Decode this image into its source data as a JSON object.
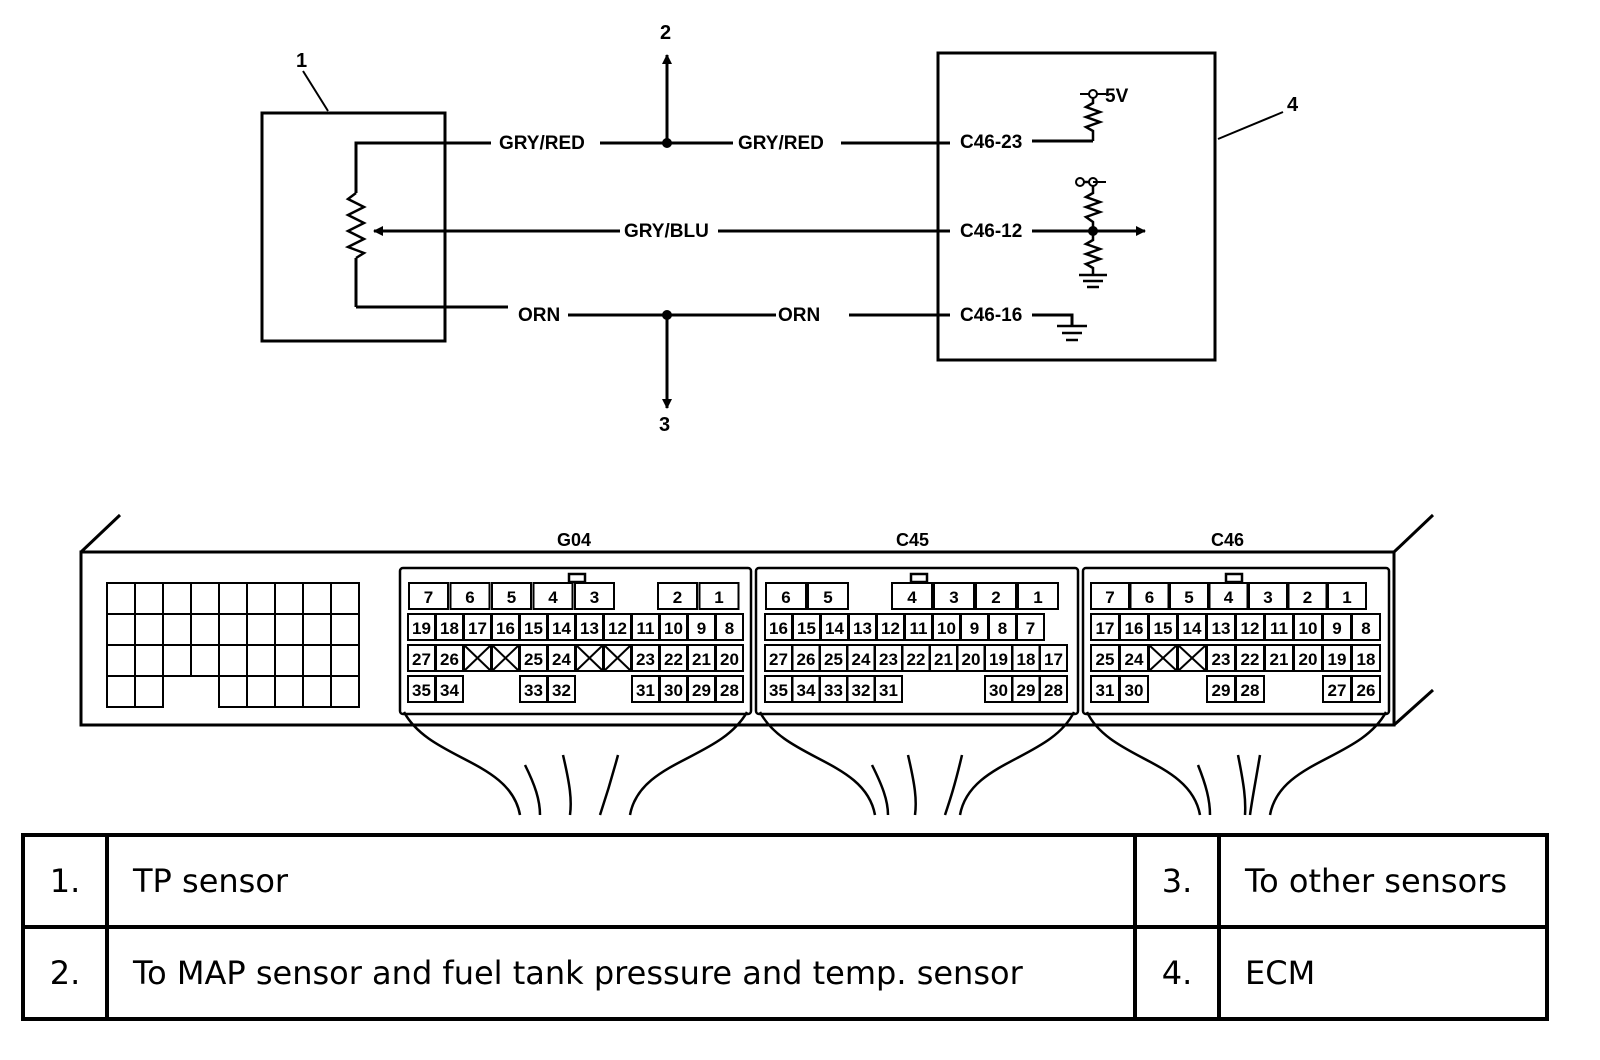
{
  "callouts": {
    "c1": "1",
    "c2": "2",
    "c3": "3",
    "c4": "4"
  },
  "wires": {
    "w1a": "GRY/RED",
    "w1b": "GRY/RED",
    "w2": "GRY/BLU",
    "w3a": "ORN",
    "w3b": "ORN"
  },
  "ecm_terminals": {
    "t1": "C46-23",
    "t2": "C46-12",
    "t3": "C46-16"
  },
  "supply_label": "5V",
  "connectors": {
    "g04": {
      "title": "G04",
      "row1": [
        "7",
        "6",
        "5",
        "4",
        "3",
        "2",
        "1"
      ],
      "row2": [
        "19",
        "18",
        "17",
        "16",
        "15",
        "14",
        "13",
        "12",
        "11",
        "10",
        "9",
        "8"
      ],
      "row3": [
        "27",
        "26",
        "25",
        "24",
        "23",
        "22",
        "21",
        "20"
      ],
      "row4": [
        "35",
        "34",
        "33",
        "32",
        "31",
        "30",
        "29",
        "28"
      ]
    },
    "c45": {
      "title": "C45",
      "row1": [
        "6",
        "5",
        "4",
        "3",
        "2",
        "1"
      ],
      "row2": [
        "16",
        "15",
        "14",
        "13",
        "12",
        "11",
        "10",
        "9",
        "8",
        "7"
      ],
      "row3": [
        "27",
        "26",
        "25",
        "24",
        "23",
        "22",
        "21",
        "20",
        "19",
        "18",
        "17"
      ],
      "row4": [
        "35",
        "34",
        "33",
        "32",
        "31",
        "30",
        "29",
        "28"
      ]
    },
    "c46": {
      "title": "C46",
      "row1": [
        "7",
        "6",
        "5",
        "4",
        "3",
        "2",
        "1"
      ],
      "row2": [
        "17",
        "16",
        "15",
        "14",
        "13",
        "12",
        "11",
        "10",
        "9",
        "8"
      ],
      "row3": [
        "25",
        "24",
        "23",
        "22",
        "21",
        "20",
        "19",
        "18"
      ],
      "row4": [
        "31",
        "30",
        "29",
        "28",
        "27",
        "26"
      ]
    }
  },
  "legend": [
    {
      "n1": "1.",
      "t1": "TP sensor",
      "n2": "3.",
      "t2": "To other sensors"
    },
    {
      "n1": "2.",
      "t1": "To MAP sensor and fuel tank pressure and temp. sensor",
      "n2": "4.",
      "t2": "ECM"
    }
  ]
}
